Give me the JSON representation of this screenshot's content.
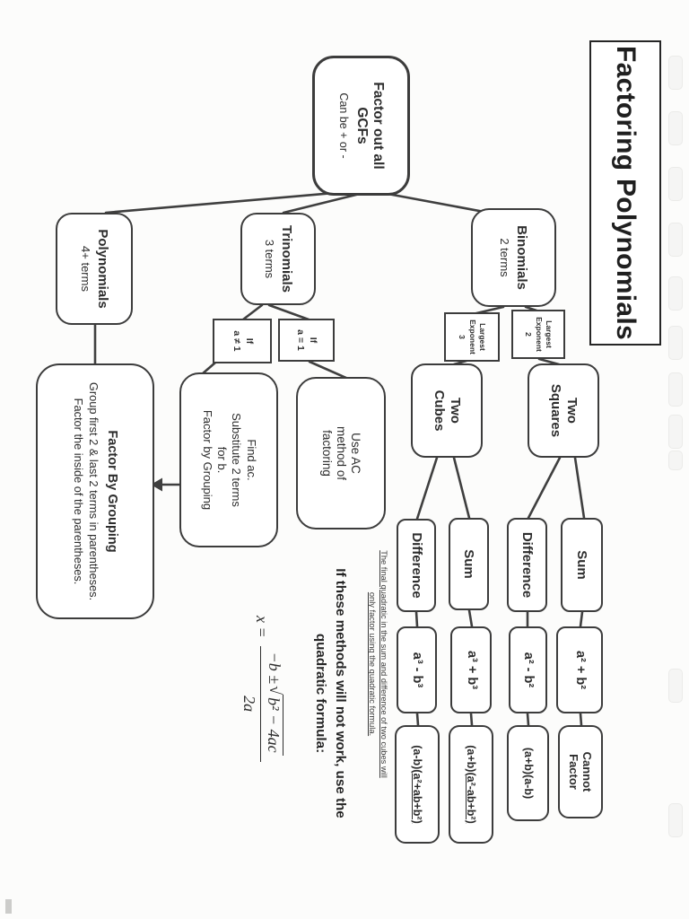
{
  "page": {
    "title": "Factoring Polynomials"
  },
  "root": {
    "title_line1": "Factor out all",
    "title_line2": "GCFs",
    "subtitle": "Can be + or -"
  },
  "branches": {
    "binomials": {
      "title": "Binomials",
      "subtitle": "2 terms"
    },
    "trinomials": {
      "title": "Trinomials",
      "subtitle": "3 terms"
    },
    "polynomials": {
      "title": "Polynomials",
      "subtitle": "4+ terms"
    }
  },
  "conditions": {
    "largest_exponent_2": {
      "line1": "Largest",
      "line2": "Exponent",
      "line3": "2"
    },
    "largest_exponent_3": {
      "line1": "Largest",
      "line2": "Exponent",
      "line3": "3"
    },
    "if_a_equals_1": {
      "line1": "If",
      "line2": "a = 1"
    },
    "if_a_not_equals_1": {
      "line1": "If",
      "line2": "a ≠ 1"
    }
  },
  "binomial_types": {
    "two_squares": {
      "line1": "Two",
      "line2": "Squares"
    },
    "two_cubes": {
      "line1": "Two",
      "line2": "Cubes"
    }
  },
  "methods": {
    "use_ac": {
      "line1": "Use AC",
      "line2": "method of",
      "line3": "factoring"
    },
    "find_ac": {
      "line1": "Find ac.",
      "line2": "Substitute 2 terms",
      "line3": "for b.",
      "line4": "Factor by Grouping"
    },
    "factor_by_grouping": {
      "title": "Factor By Grouping",
      "body": "Group first 2 & last 2 terms in parentheses.  Factor the inside of the parentheses."
    }
  },
  "cases": {
    "squares_sum": "Sum",
    "squares_difference": "Difference",
    "cubes_sum": "Sum",
    "cubes_difference": "Difference"
  },
  "expressions": {
    "squares_sum": "a² + b²",
    "squares_difference": "a² - b²",
    "cubes_sum": "a³ + b³",
    "cubes_difference": "a³ - b³"
  },
  "results": {
    "squares_sum": {
      "line1": "Cannot",
      "line2": "Factor"
    },
    "squares_difference": "(a+b)(a-b)",
    "cubes_sum": {
      "prefix": "(a+b)(",
      "underlined": "a²-ab+b²)"
    },
    "cubes_difference": {
      "prefix": "(a-b)(",
      "underlined": "a²+ab+b²)"
    }
  },
  "quadratic_note": {
    "intro_line1": "If these methods will not work, use the",
    "intro_line2": "quadratic formula:",
    "formula_lhs": "x =",
    "numerator_prefix": "−b ±",
    "radical_sign": "√",
    "radicand": "b² − 4ac",
    "denominator": "2a"
  },
  "footnote": {
    "line1": "The final quadratic in the sum and difference of two cubes will",
    "line2": "only factor using the quadratic formula."
  }
}
